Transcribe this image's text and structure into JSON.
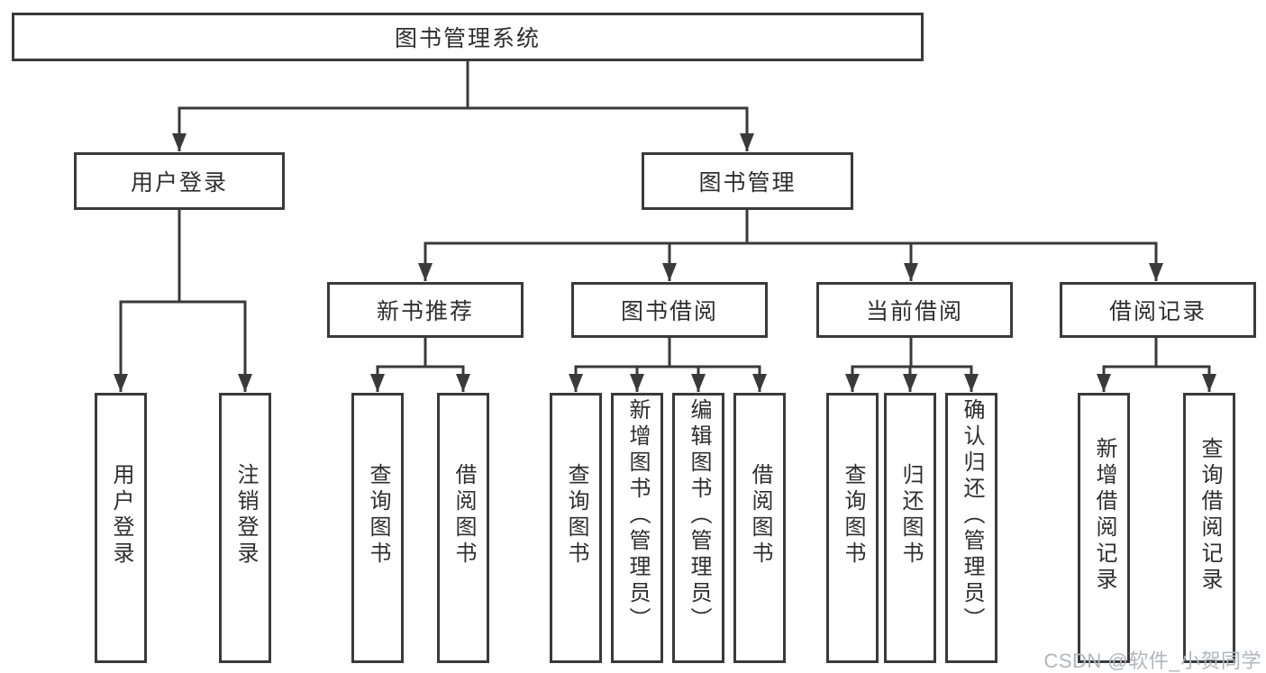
{
  "tree": {
    "label": "图书管理系统",
    "children": [
      {
        "label": "用户登录",
        "children": [
          {
            "label": "用户登录"
          },
          {
            "label": "注销登录"
          }
        ]
      },
      {
        "label": "图书管理",
        "children": [
          {
            "label": "新书推荐",
            "children": [
              {
                "label": "查询图书"
              },
              {
                "label": "借阅图书"
              }
            ]
          },
          {
            "label": "图书借阅",
            "children": [
              {
                "label": "查询图书"
              },
              {
                "label": "新增图书（管理员）"
              },
              {
                "label": "编辑图书（管理员）"
              },
              {
                "label": "借阅图书"
              }
            ]
          },
          {
            "label": "当前借阅",
            "children": [
              {
                "label": "查询图书"
              },
              {
                "label": "归还图书"
              },
              {
                "label": "确认归还（管理员）"
              }
            ]
          },
          {
            "label": "借阅记录",
            "children": [
              {
                "label": "新增借阅记录"
              },
              {
                "label": "查询借阅记录"
              }
            ]
          }
        ]
      }
    ]
  },
  "watermark": {
    "text": "CSDN @软件_小贺同学"
  },
  "colors": {
    "line": "#3a3a3a",
    "text": "#2e2e2e",
    "box_fill": "#ffffff",
    "background": "#ffffff",
    "watermark": "#b2b4bf"
  }
}
